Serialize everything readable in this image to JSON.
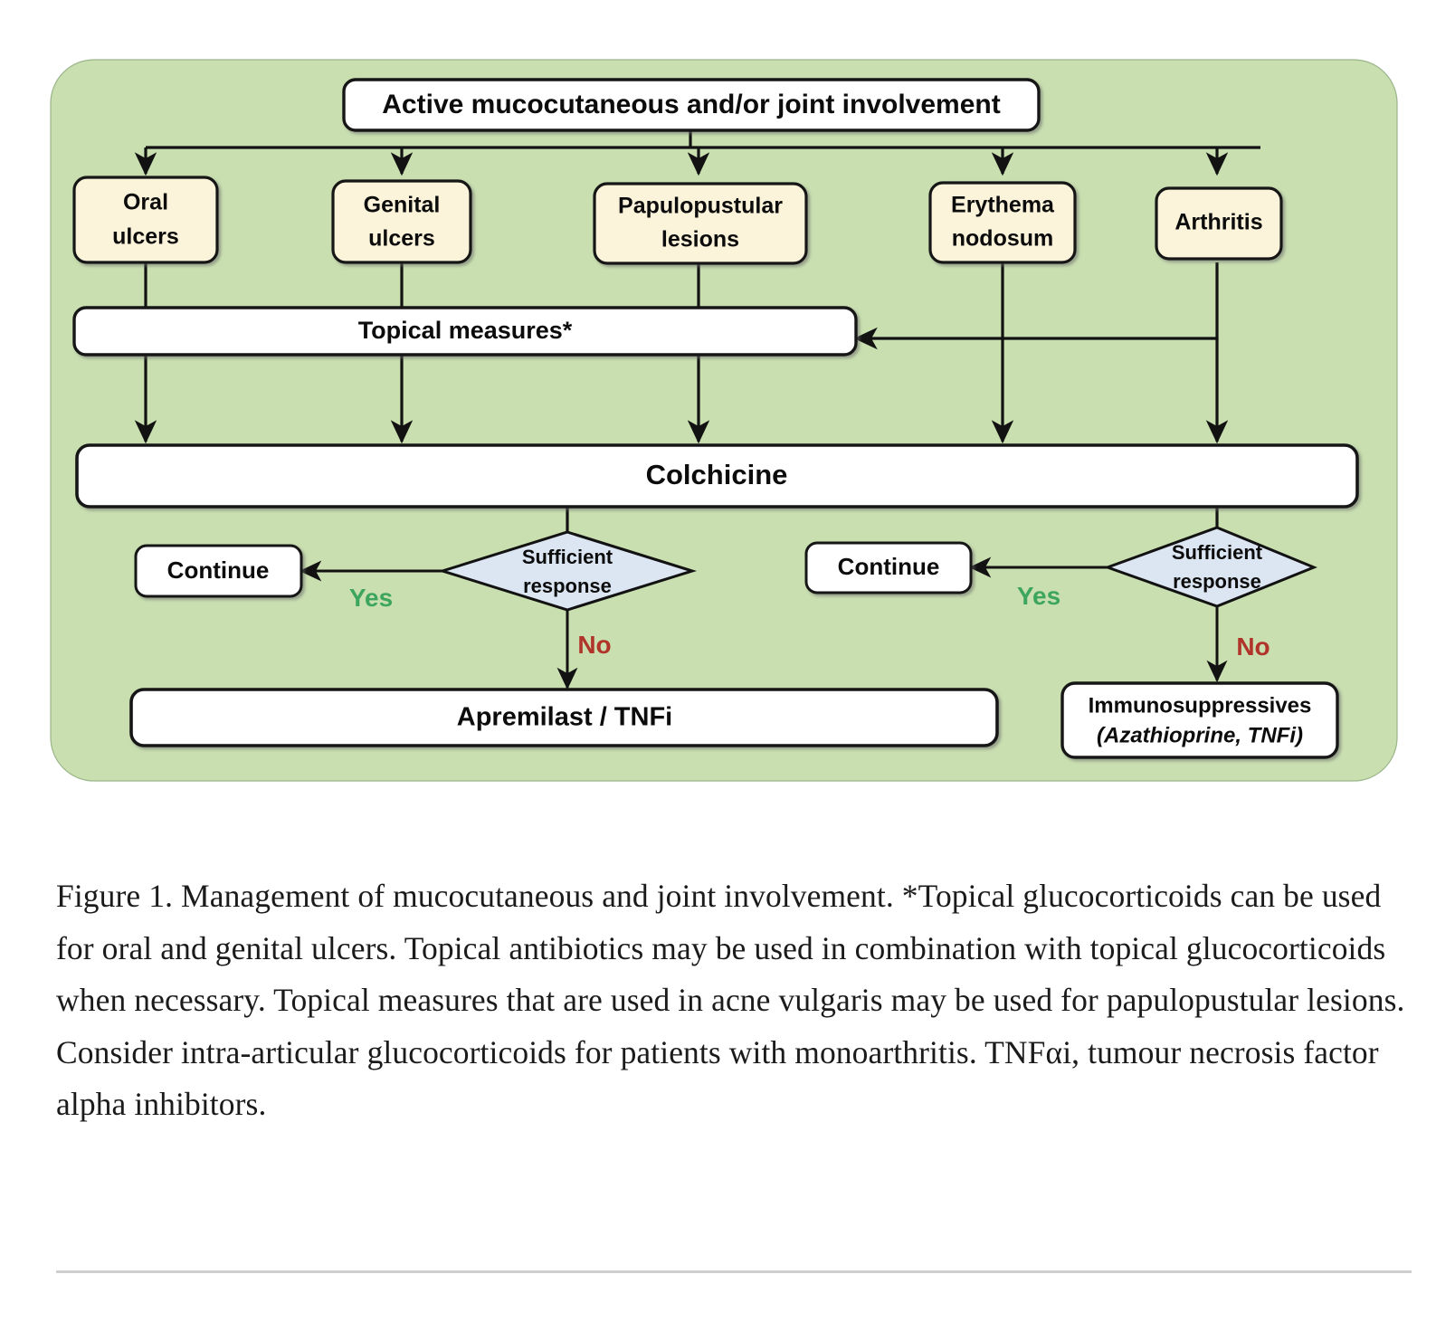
{
  "figure": {
    "panel_bg_color": "#c9dfb0",
    "node_fill_white": "#ffffff",
    "node_fill_yellow": "#fbf3da",
    "node_fill_diamond": "#dce6f2",
    "stroke_color": "#121212",
    "yes_color": "#3da65e",
    "no_color": "#b0342a"
  },
  "flow": {
    "root": {
      "label": "Active mucocutaneous and/or joint involvement"
    },
    "categories": [
      {
        "id": "oral-ulcers",
        "line1": "Oral",
        "line2": "ulcers"
      },
      {
        "id": "genital-ulcers",
        "line1": "Genital",
        "line2": "ulcers"
      },
      {
        "id": "papulopustular",
        "line1": "Papulopustular",
        "line2": "lesions"
      },
      {
        "id": "erythema-nodosum",
        "line1": "Erythema",
        "line2": "nodosum"
      },
      {
        "id": "arthritis",
        "line1": "Arthritis",
        "line2": ""
      }
    ],
    "topical": {
      "label": "Topical measures*"
    },
    "colchicine": {
      "label": "Colchicine"
    },
    "decision_left": {
      "line1": "Sufficient",
      "line2": "response",
      "yes_label": "Yes",
      "no_label": "No",
      "yes_target": "Continue",
      "no_target": "Apremilast / TNFi"
    },
    "decision_right": {
      "line1": "Sufficient",
      "line2": "response",
      "yes_label": "Yes",
      "no_label": "No",
      "yes_target": "Continue",
      "no_target_line1": "Immunosuppressives",
      "no_target_line2": "(Azathioprine, TNFi)"
    }
  },
  "caption": {
    "text": "Figure 1. Management of mucocutaneous and joint involvement. *Topical glucocorticoids can be used for oral and genital ulcers. Topical antibiotics may be used in combination with topical glucocorticoids when necessary. Topical measures that are used in acne vulgaris may be used for papulopustular lesions. Consider intra-articular glucocorticoids for patients with monoarthritis. TNFαi, tumour necrosis factor alpha inhibitors."
  }
}
